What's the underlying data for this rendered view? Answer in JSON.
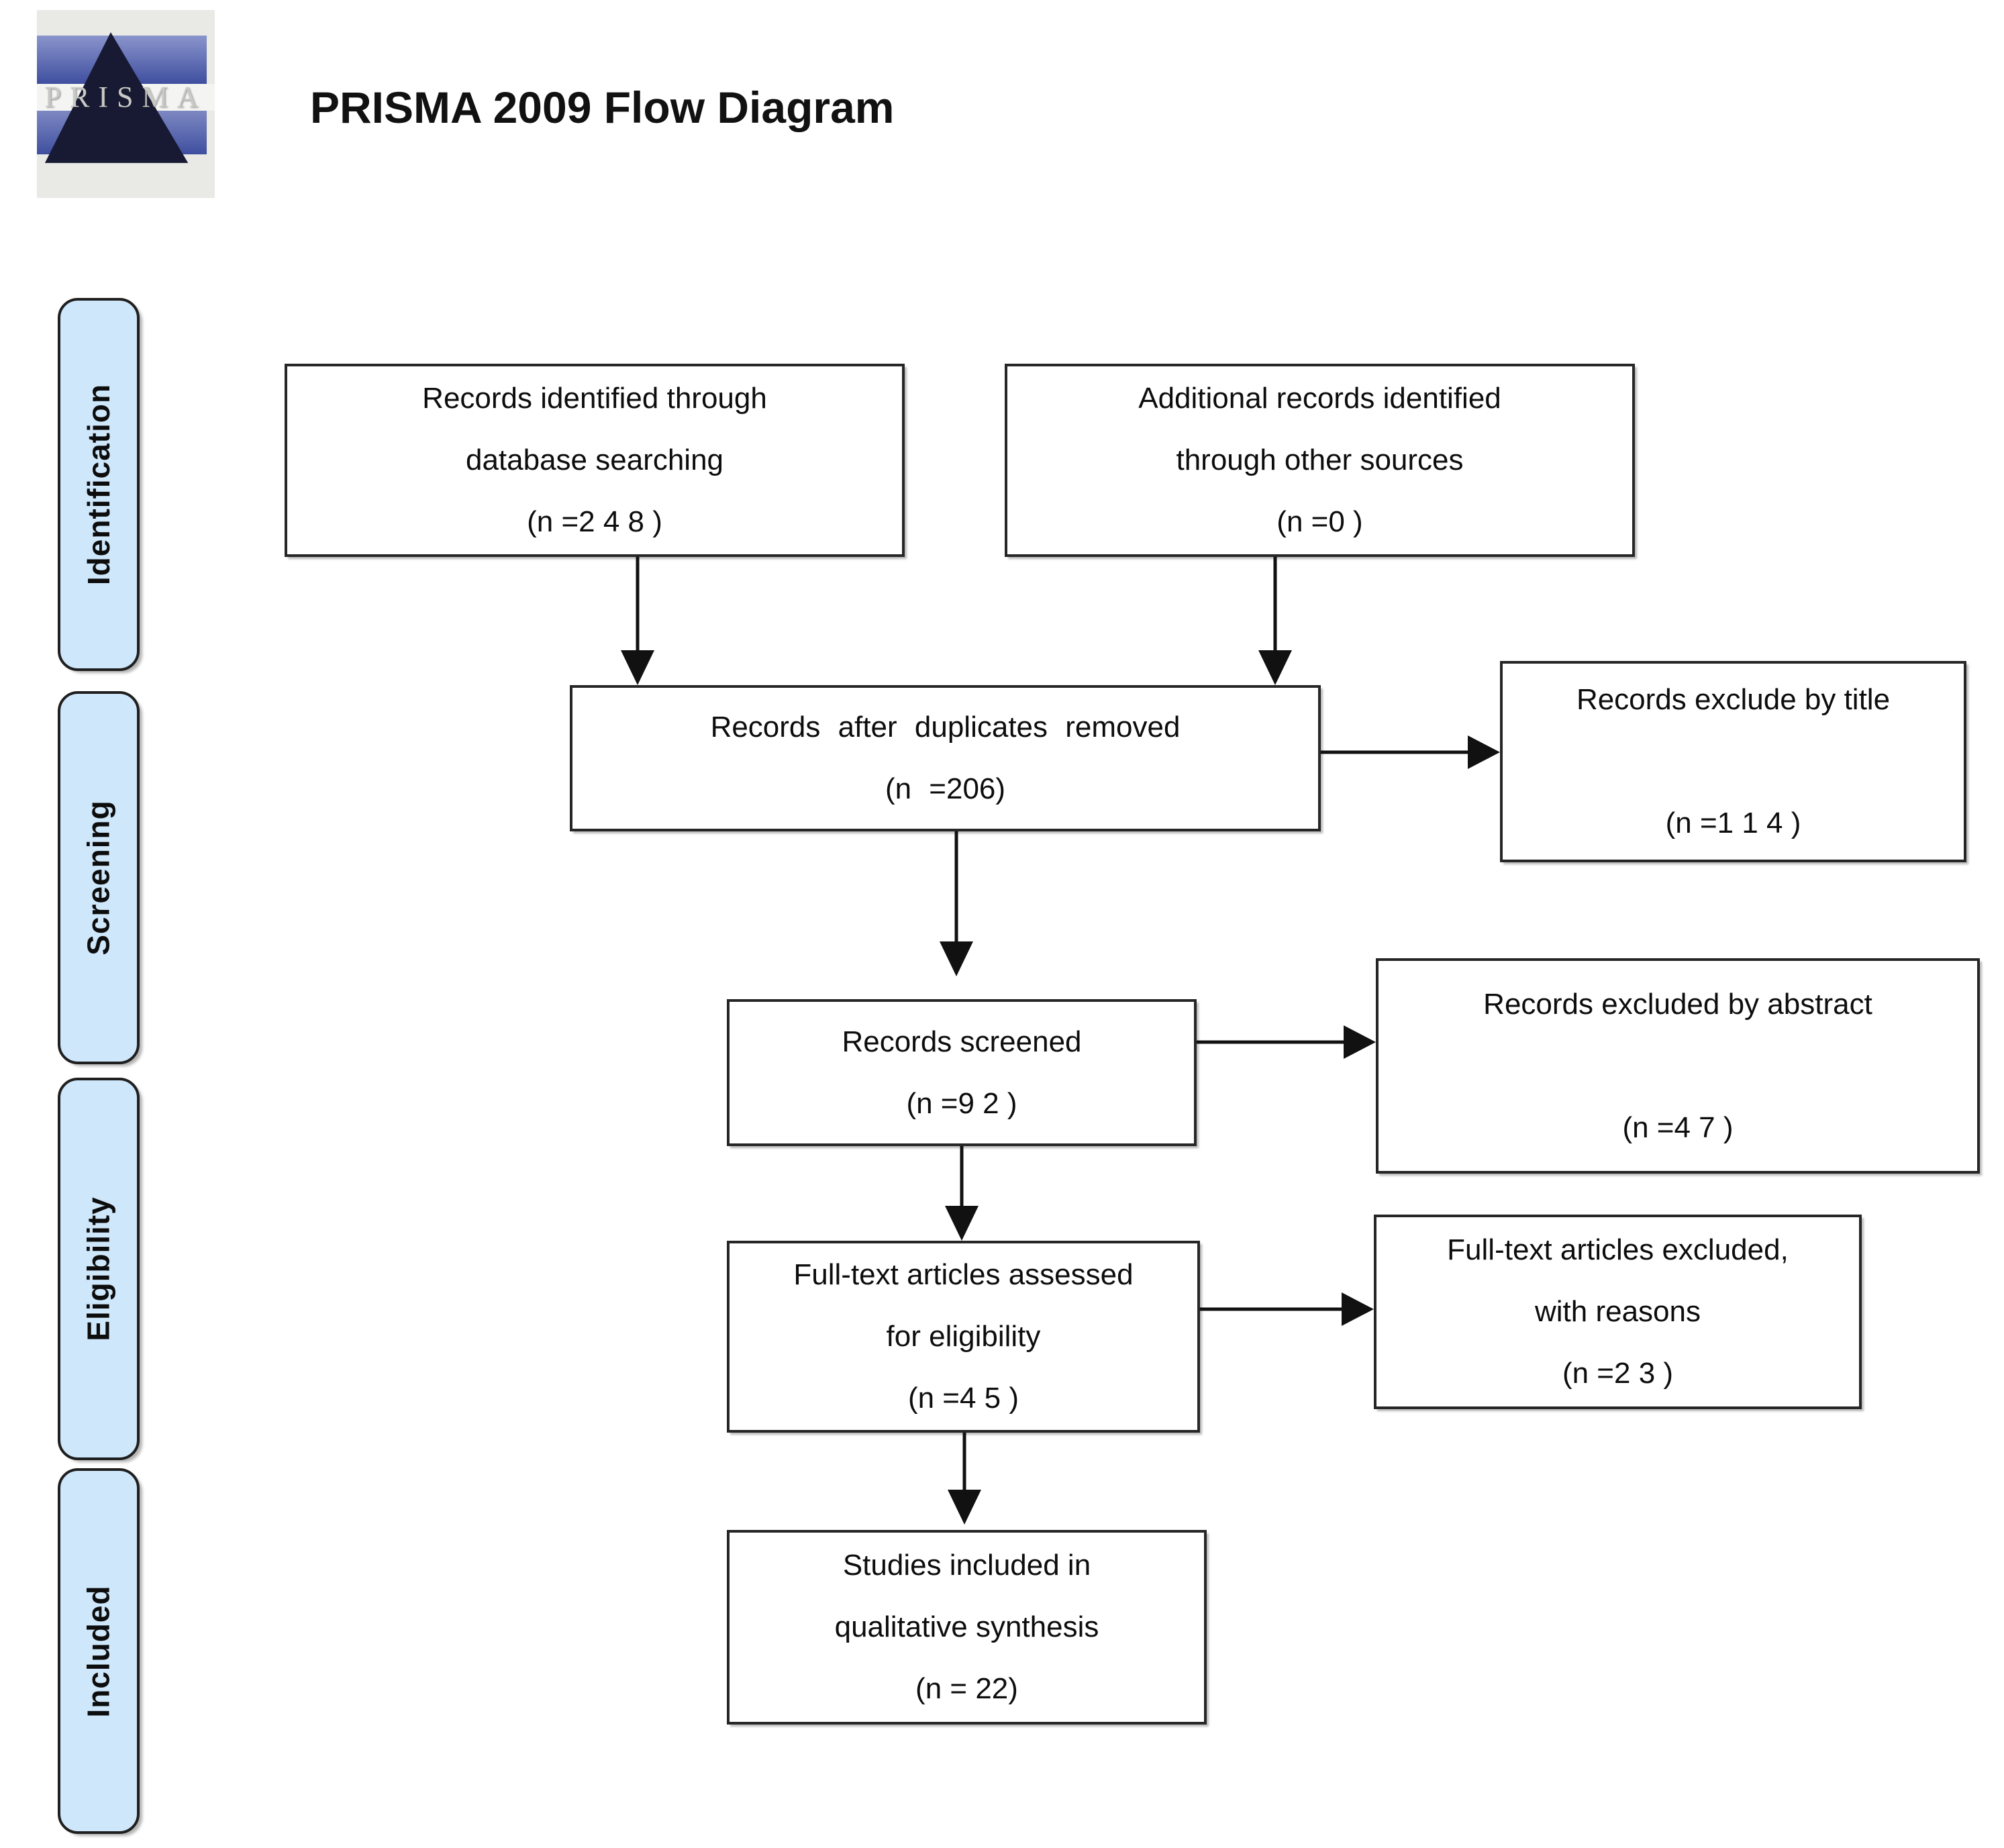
{
  "header": {
    "title": "PRISMA 2009 Flow Diagram",
    "logo": {
      "text": "PRISMA"
    }
  },
  "sidebar": {
    "stages": [
      {
        "label": "Identification"
      },
      {
        "label": "Screening"
      },
      {
        "label": "Eligibility"
      },
      {
        "label": "Included"
      }
    ]
  },
  "diagram": {
    "nodes": {
      "records_identified": {
        "text": "Records identified through\ndatabase searching\n(n =2 4 8 )"
      },
      "additional_records": {
        "text": "Additional records identified\nthrough other sources\n(n =0 )"
      },
      "after_duplicates": {
        "text": "Records after duplicates removed\n(n =206)"
      },
      "excluded_by_title": {
        "text": "Records exclude by title\n\n(n =1 1 4 )"
      },
      "records_screened": {
        "text": "Records screened\n(n =9 2 )"
      },
      "excluded_by_abstract": {
        "text": "Records excluded by abstract\n\n(n =4 7 )"
      },
      "fulltext_assessed": {
        "text": "Full-text articles assessed\nfor eligibility\n(n =4 5 )"
      },
      "fulltext_excluded": {
        "text": "Full-text articles excluded,\nwith reasons\n(n =2 3 )"
      },
      "studies_included": {
        "text": "Studies included in\nqualitative synthesis\n(n = 22)"
      }
    }
  },
  "colors": {
    "stage-fill": "#cfe7fb",
    "stage-border": "#1f1f1f",
    "node-border": "#262626",
    "arrow": "#111111",
    "title-color": "#111111",
    "logo-bg": "#e9e9e6",
    "logo-band": "#3f4f9f",
    "logo-band-light": "#8a94cc",
    "logo-triangle": "#181a33",
    "logo-text": "#c9c9c6"
  }
}
